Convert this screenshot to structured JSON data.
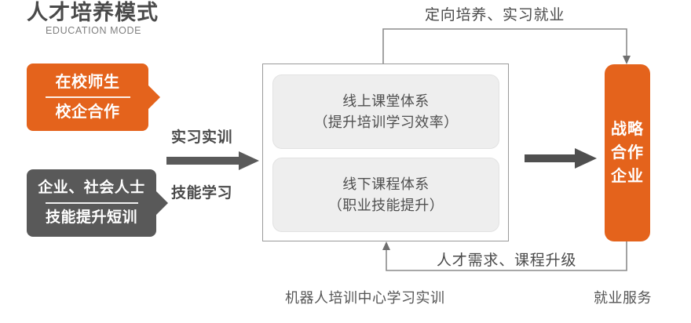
{
  "header": {
    "title_cn": "人才培养模式",
    "title_en": "EDUCATION MODE"
  },
  "colors": {
    "orange": "#E4631C",
    "gray": "#595959",
    "text_dark": "#4a4a4a",
    "card_bg": "#eeeeee",
    "border": "#9a9a9a"
  },
  "sources": [
    {
      "id": "students",
      "line1": "在校师生",
      "line2": "校企合作",
      "color": "#E4631C"
    },
    {
      "id": "workers",
      "line1": "企业、社会人士",
      "line2": "技能提升短训",
      "color": "#595959"
    }
  ],
  "transfer": {
    "label_top": "实习实训",
    "label_bottom": "技能学习",
    "arrow": "arrow-right"
  },
  "center": {
    "cards": [
      {
        "id": "online",
        "line1": "线上课堂体系",
        "line2": "（提升培训学习效率）"
      },
      {
        "id": "offline",
        "line1": "线下课程体系",
        "line2": "（职业技能提升）"
      }
    ]
  },
  "partner": {
    "line1": "战略",
    "line2": "合作",
    "line3": "企业"
  },
  "loops": {
    "top_label": "定向培养、实习就业",
    "bottom_label": "人才需求、课程升级"
  },
  "captions": {
    "center": "机器人培训中心学习实训",
    "right": "就业服务"
  }
}
